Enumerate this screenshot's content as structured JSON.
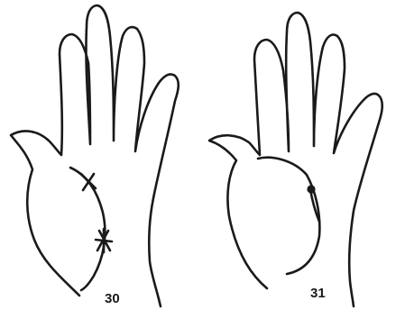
{
  "figures": [
    {
      "label": "30",
      "marks": [
        "cross-mark",
        "star-mark"
      ]
    },
    {
      "label": "31",
      "marks": [
        "dot-mark"
      ]
    }
  ],
  "ink_color": "#1a1a1a",
  "background_color": "#ffffff"
}
